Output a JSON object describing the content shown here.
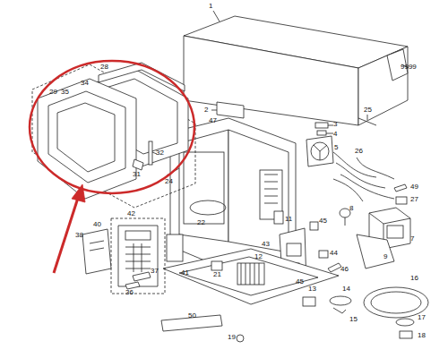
{
  "diagram": {
    "labels": [
      "1",
      "9999",
      "2",
      "3",
      "4",
      "25",
      "5",
      "26",
      "47",
      "28",
      "34",
      "29",
      "35",
      "32",
      "31",
      "24",
      "22",
      "11",
      "8",
      "49",
      "27",
      "7",
      "9",
      "45",
      "43",
      "44",
      "46",
      "45",
      "42",
      "40",
      "38",
      "37",
      "36",
      "41",
      "21",
      "12",
      "13",
      "14",
      "15",
      "16",
      "17",
      "18",
      "50",
      "19"
    ]
  }
}
